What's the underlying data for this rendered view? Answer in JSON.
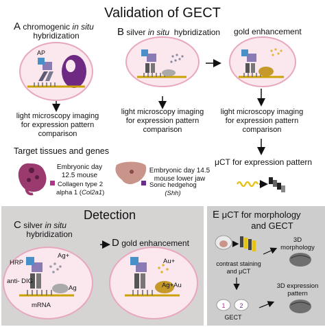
{
  "title": "Validation of GECT",
  "panel_a": {
    "letter": "A",
    "line1_pre": "chromogenic ",
    "line1_em": "in situ",
    "line2": "hybridization",
    "ap_label": "AP",
    "caption": [
      "light microscopy imaging",
      "for expression pattern",
      "comparison"
    ]
  },
  "panel_b": {
    "letter": "B",
    "label_pre": "silver ",
    "label_em": "in situ",
    "label_post": "  hybridization",
    "gold_label": "gold enhancement",
    "caption": [
      "light microscopy imaging",
      "for expression pattern",
      "comparison"
    ],
    "caption_right": [
      "light microscopy imaging",
      "for expression pattern",
      "comparison"
    ],
    "uct_label": "μCT for expression pattern"
  },
  "targets": {
    "heading": "Target tissues and genes",
    "embryo_desc": [
      "Embryonic day",
      "12.5 mouse"
    ],
    "gene1_pre": "Collagen type 2",
    "gene1_post_pre": "alpha 1 (",
    "gene1_em": "Col2a1",
    "gene1_post_close": ")",
    "jaw_desc": [
      "Embryonic day 14.5",
      "mouse lower jaw"
    ],
    "gene2": "Sonic hedgehog",
    "gene2_em": "(Shh)",
    "colors": {
      "col2a1": "#b5318c",
      "shh": "#6b2d8a",
      "embryo": "#9b3a6e",
      "jaw": "#c9958a"
    }
  },
  "detection": {
    "heading": "Detection",
    "c_letter": "C",
    "c_line1_pre": "silver ",
    "c_line1_em": "in situ",
    "c_line2": "hybridization",
    "d_letter": "D",
    "d_label": "gold enhancement",
    "hrp": "HRP",
    "anti_dig": "anti- DIG",
    "ag_plus": "Ag+",
    "ag": "Ag",
    "mrna": "mRNA",
    "au_plus": "Au+",
    "ag_au": "Ag+Au"
  },
  "panel_e": {
    "letter": "E",
    "title1": "μCT for morphology",
    "title2": "and GECT",
    "morph": [
      "3D",
      "morphology"
    ],
    "contrast": [
      "contrast staining",
      "and μCT"
    ],
    "expr": [
      "3D expression",
      "pattern"
    ],
    "gect": "GECT"
  }
}
